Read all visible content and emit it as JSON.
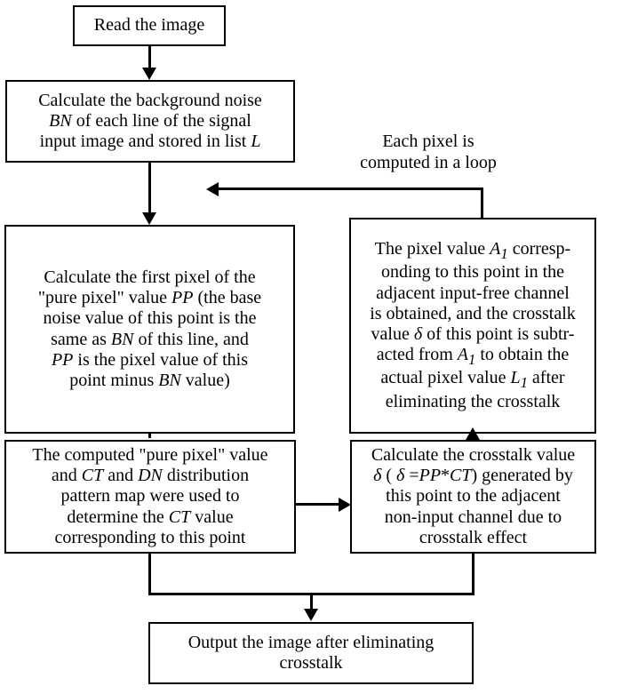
{
  "diagram": {
    "title": "Crosstalk elimination algorithm flowchart",
    "type": "flowchart",
    "stroke_color": "#000000",
    "background_color": "#ffffff",
    "nodes": {
      "read_image": "Read the image",
      "background_noise": "Calculate the background noise\nBN of each line of the signal\ninput image and stored in list L",
      "pure_pixel": "Calculate the first pixel of the\n\"pure pixel\" value PP (the base\nnoise value of this point is the\nsame as BN of this line, and\nPP is the pixel value of this\npoint minus BN value)",
      "pixel_value_a1": "The pixel value A1 corresp-\nonding to this point in the\nadjacent input-free channel\nis obtained, and the crosstalk\nvalue δ of this point is subtr-\nacted from A1 to obtain the\nactual pixel value L1 after\neliminating the crosstalk",
      "ct_value": "The computed \"pure pixel\" value\nand CT and DN distribution\npattern map were used to\ndetermine the CT value\ncorresponding to this point",
      "crosstalk_value": "Calculate the crosstalk value\nδ ( δ =PP*CT) generated by\nthis point to the adjacent\nnon-input channel due to\ncrosstalk effect",
      "output_image": "Output the image after eliminating\ncrosstalk"
    },
    "labels": {
      "loop_note": "Each pixel is\ncomputed in a loop"
    },
    "edges": [
      {
        "from": "read_image",
        "to": "background_noise",
        "direction": "down"
      },
      {
        "from": "background_noise",
        "to": "pure_pixel",
        "direction": "down"
      },
      {
        "from": "pure_pixel",
        "to": "ct_value",
        "direction": "down"
      },
      {
        "from": "ct_value",
        "to": "crosstalk_value",
        "direction": "right"
      },
      {
        "from": "crosstalk_value",
        "to": "pixel_value_a1",
        "direction": "up"
      },
      {
        "from": "pixel_value_a1",
        "to": "background_noise",
        "direction": "loop-left",
        "label": "Each pixel is computed in a loop"
      },
      {
        "from": "ct_value",
        "to": "output_image",
        "direction": "down-merge"
      },
      {
        "from": "crosstalk_value",
        "to": "output_image",
        "direction": "down-merge"
      }
    ]
  }
}
